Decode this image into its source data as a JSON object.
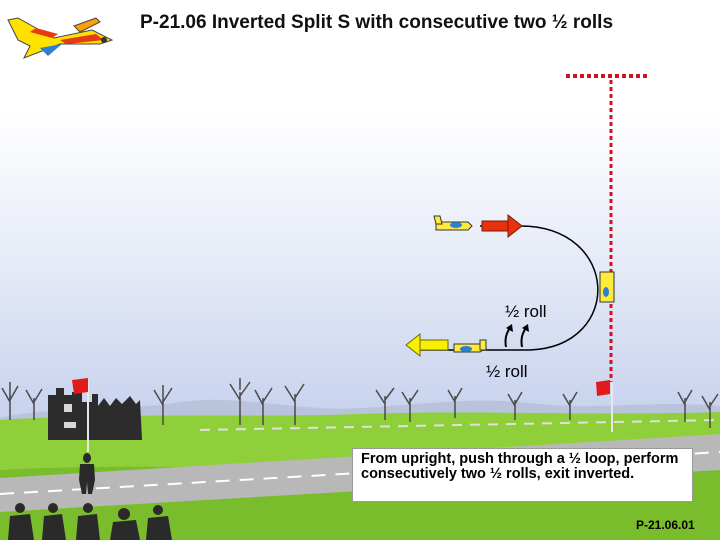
{
  "figure": {
    "title": "P-21.06 Inverted Split S with consecutive two ½ rolls",
    "roll_labels": [
      "½ roll",
      "½ roll"
    ],
    "description": "From upright, push through a ½ loop, perform consecutively two ½ rolls, exit inverted.",
    "figure_code": "P-21.06.01"
  },
  "colors": {
    "entry_arrow": "#e8320e",
    "exit_arrow": "#f7f000",
    "path": "#000000",
    "centre_line": "#d41024",
    "ground": "#8fcf3a",
    "runway": "#b7b7b7",
    "flag": "#e21a1a"
  },
  "icons": [
    "airplane-logo-icon",
    "airplane-icon",
    "flag-icon",
    "judge-icon",
    "tree-icon",
    "building-icon"
  ]
}
